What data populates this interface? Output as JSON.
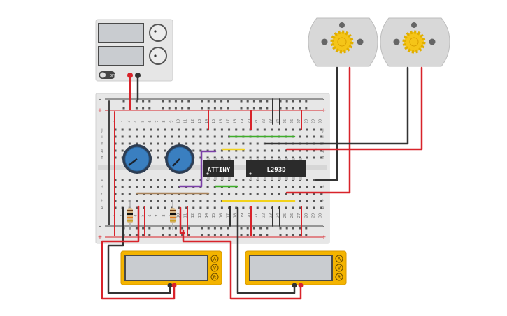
{
  "components": {
    "ic1": {
      "label": "ATTINY"
    },
    "ic2": {
      "label": "L293D"
    },
    "power_supply": {
      "switch_label": "OFF"
    },
    "multimeter_1": {
      "buttons": [
        "A",
        "V",
        "R"
      ]
    },
    "multimeter_2": {
      "buttons": [
        "A",
        "V",
        "R"
      ]
    }
  },
  "breadboard": {
    "column_labels": [
      "1",
      "2",
      "3",
      "4",
      "5",
      "6",
      "7",
      "8",
      "9",
      "10",
      "11",
      "12",
      "13",
      "14",
      "15",
      "16",
      "17",
      "18",
      "19",
      "20",
      "21",
      "22",
      "23",
      "24",
      "25",
      "26",
      "27",
      "28",
      "29",
      "30"
    ],
    "top_row_labels": [
      "j",
      "i",
      "h",
      "g",
      "f"
    ],
    "bottom_row_labels": [
      "e",
      "d",
      "c",
      "b",
      "a"
    ],
    "rail_signs": [
      "-",
      "+"
    ]
  },
  "colors": {
    "wire_red": "#d8232a",
    "wire_black": "#333333",
    "wire_green": "#3fae2a",
    "wire_yellow": "#f2d21b",
    "wire_purple": "#7b3fa8",
    "wire_brown": "#a7825a",
    "wire_gray": "#555555",
    "breadboard": "#e7e7e7",
    "motor_gear": "#f5c518",
    "multimeter": "#f4b400",
    "pot_knob": "#3a7fc0"
  }
}
